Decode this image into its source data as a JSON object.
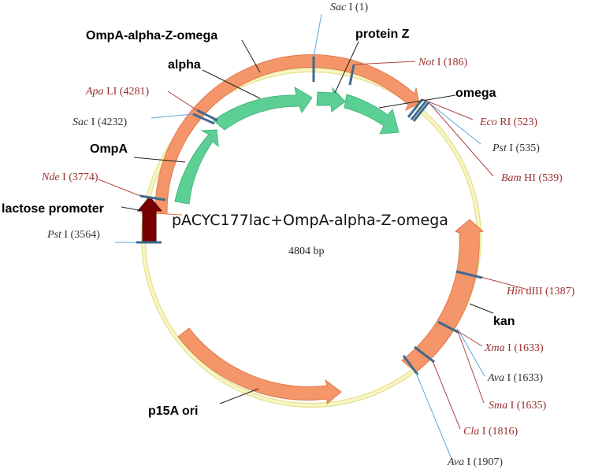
{
  "plasmid": {
    "name": "pACYC177lac+OmpA-alpha-Z-omega",
    "size": "4804 bp"
  },
  "features": [
    {
      "id": "lactose-promoter",
      "label": "lactose promoter",
      "color": "#7a0000"
    },
    {
      "id": "ompa",
      "label": "OmpA",
      "color": "#5ccf95"
    },
    {
      "id": "alpha",
      "label": "alpha",
      "color": "#5ccf95"
    },
    {
      "id": "protein-z",
      "label": "protein Z",
      "color": "#5ccf95"
    },
    {
      "id": "omega",
      "label": "omega",
      "color": "#5ccf95"
    },
    {
      "id": "ompa-alpha-z-omega",
      "label": "OmpA-alpha-Z-omega",
      "color": "#f4956a"
    },
    {
      "id": "kan",
      "label": "kan",
      "color": "#f4956a"
    },
    {
      "id": "p15a-ori",
      "label": "p15A ori",
      "color": "#f4956a"
    }
  ],
  "sites": [
    {
      "id": "sac-1",
      "name": "Sac",
      "suffix": " I (1)",
      "color": "#333333"
    },
    {
      "id": "not-186",
      "name": "Not",
      "suffix": " I (186)",
      "color": "#9b2d2d"
    },
    {
      "id": "ecori-523",
      "name": "Eco",
      "suffix": " RI (523)",
      "color": "#9b2d2d"
    },
    {
      "id": "pst-535",
      "name": "Pst",
      "suffix": " I (535)",
      "color": "#333333"
    },
    {
      "id": "bamhi-539",
      "name": "Bam",
      "suffix": " HI (539)",
      "color": "#9b2d2d"
    },
    {
      "id": "hindiii-1387",
      "name": "Hin",
      "suffix": " dIII (1387)",
      "color": "#9b2d2d"
    },
    {
      "id": "xma-1633",
      "name": "Xma",
      "suffix": " I (1633)",
      "color": "#9b2d2d"
    },
    {
      "id": "ava-1633",
      "name": "Ava",
      "suffix": " I (1633)",
      "color": "#333333"
    },
    {
      "id": "sma-1635",
      "name": "Sma",
      "suffix": " I (1635)",
      "color": "#9b2d2d"
    },
    {
      "id": "cla-1816",
      "name": "Cla",
      "suffix": " I (1816)",
      "color": "#9b2d2d"
    },
    {
      "id": "ava-1907",
      "name": "Ava",
      "suffix": " I (1907)",
      "color": "#333333"
    },
    {
      "id": "pst-3564",
      "name": "Pst",
      "suffix": " I (3564)",
      "color": "#333333"
    },
    {
      "id": "nde-3774",
      "name": "Nde",
      "suffix": " I (3774)",
      "color": "#9b2d2d"
    },
    {
      "id": "sac-4232",
      "name": "Sac",
      "suffix": " I (4232)",
      "color": "#333333"
    },
    {
      "id": "apali-4281",
      "name": "Apa",
      "suffix": " LI (4281)",
      "color": "#9b2d2d"
    }
  ],
  "colors": {
    "backbone": "#f8f6c4",
    "backbone_edge": "#e4e08e",
    "site_tick": "#3f6a8e",
    "leader_blue": "#5aa8d8",
    "leader_red": "#b04545",
    "leader_dark": "#222222"
  }
}
